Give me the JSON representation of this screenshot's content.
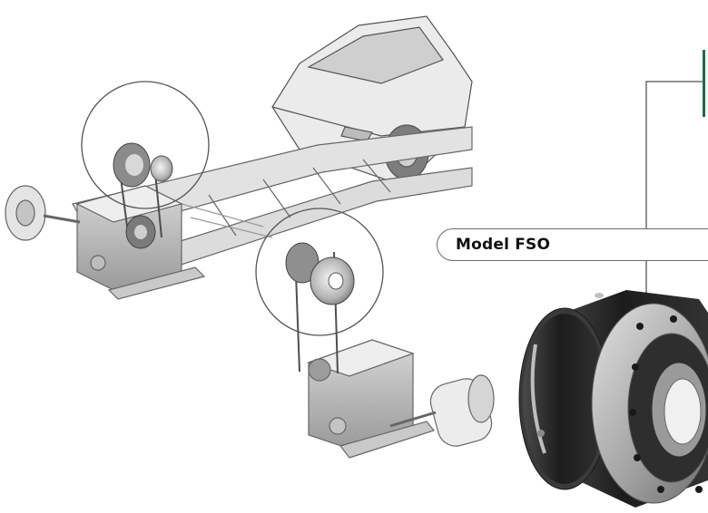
{
  "model_label": "Model FSO",
  "colors": {
    "accent": "#1f6b45",
    "outline": "#6b6b6b",
    "clutch_body": "#2a2a2a",
    "clutch_ring": "#b8b8b8"
  },
  "icons": [
    "car-sketch",
    "conveyor-frame-sketch",
    "sprocket-detail-circle",
    "gearbox-motor-sketch",
    "clutch-product-photo"
  ]
}
